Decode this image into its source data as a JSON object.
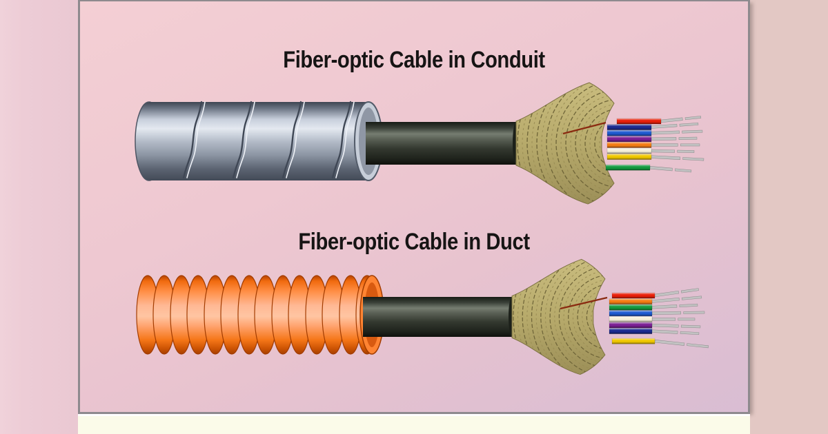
{
  "page": {
    "background_left_color": "#edccd6",
    "background_right_color": "#e3c8c4",
    "panel_border_color": "#8e8a8e",
    "panel_background_top": "#f4cfd4",
    "panel_background_bottom": "#d9bdd3",
    "footer_strip_color": "#fbfbe9"
  },
  "diagrams": [
    {
      "title": "Fiber-optic Cable in Conduit",
      "outer_type": "spiral-steel-conduit",
      "outer_color": "#b9c1cd",
      "jacket_color": "#3c423a",
      "yarn_color": "#b7aa6b",
      "ripcord_color": "#8a2a10",
      "fiber_tip_color": "#c2c2c2",
      "fibers": [
        {
          "name": "red",
          "color": "#e8200a"
        },
        {
          "name": "navy",
          "color": "#1b2b90"
        },
        {
          "name": "blue",
          "color": "#1e5ad0"
        },
        {
          "name": "purple",
          "color": "#7a1f93"
        },
        {
          "name": "orange",
          "color": "#f57d14"
        },
        {
          "name": "white",
          "color": "#f5efda"
        },
        {
          "name": "yellow",
          "color": "#f0c800"
        },
        {
          "name": "green",
          "color": "#149a40"
        }
      ]
    },
    {
      "title": "Fiber-optic Cable in Duct",
      "outer_type": "corrugated-duct",
      "outer_color": "#ff6a1a",
      "jacket_color": "#3c423a",
      "yarn_color": "#b7aa6b",
      "ripcord_color": "#8a2a10",
      "fiber_tip_color": "#c2c2c2",
      "fibers": [
        {
          "name": "red",
          "color": "#e8200a"
        },
        {
          "name": "orange",
          "color": "#f57d14"
        },
        {
          "name": "green",
          "color": "#149a40"
        },
        {
          "name": "blue",
          "color": "#1e5ad0"
        },
        {
          "name": "white",
          "color": "#f5efda"
        },
        {
          "name": "purple",
          "color": "#7a1f93"
        },
        {
          "name": "navy",
          "color": "#1b2b90"
        },
        {
          "name": "yellow",
          "color": "#f0c800"
        }
      ]
    }
  ]
}
